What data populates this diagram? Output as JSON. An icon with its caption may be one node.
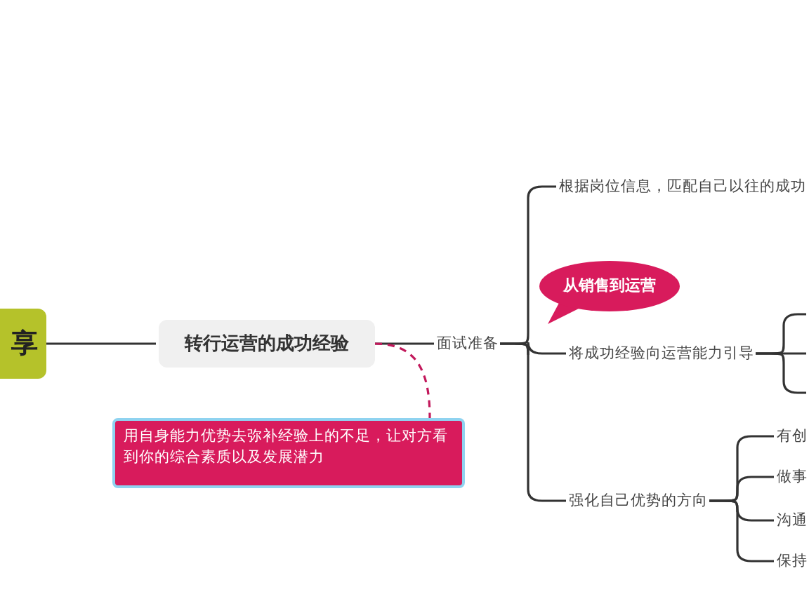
{
  "diagram": {
    "nodes": [
      {
        "text": [
          "享"
        ]
      },
      {
        "text": [
          "转行运营的成功经验"
        ]
      },
      {
        "text": [
          "面试准备"
        ]
      },
      {
        "text": [
          "根据岗位信息，匹配自己以往的成功"
        ]
      },
      {
        "text": [
          "将成功经验向运营能力引导"
        ]
      },
      {
        "text": [
          "强化自己优势的方向"
        ]
      },
      {
        "text": [
          "有创"
        ]
      },
      {
        "text": [
          "做事"
        ]
      },
      {
        "text": [
          "沟通"
        ]
      },
      {
        "text": [
          "保持"
        ]
      },
      {
        "text": [
          "用自身能力优势去弥补经验上的不足，让对方看到你的综合素质以及发展潜力"
        ]
      },
      {
        "text": [
          "从销售到运营"
        ]
      }
    ],
    "edges": [
      {
        "from": 0,
        "to": 1,
        "arrow": "none"
      },
      {
        "from": 1,
        "to": 2,
        "arrow": "none"
      },
      {
        "from": 2,
        "to": 3,
        "arrow": "none"
      },
      {
        "from": 2,
        "to": 4,
        "arrow": "none"
      },
      {
        "from": 2,
        "to": 5,
        "arrow": "none"
      },
      {
        "from": 4,
        "to": null,
        "arrow": "none"
      },
      {
        "from": 4,
        "to": null,
        "arrow": "none"
      },
      {
        "from": 4,
        "to": null,
        "arrow": "none"
      },
      {
        "from": 5,
        "to": 6,
        "arrow": "none"
      },
      {
        "from": 5,
        "to": 7,
        "arrow": "none"
      },
      {
        "from": 5,
        "to": 8,
        "arrow": "none"
      },
      {
        "from": 5,
        "to": 9,
        "arrow": "none"
      },
      {
        "from": 1,
        "to": 10,
        "arrow": "none",
        "style": "dashed",
        "color": "#c2185b"
      }
    ]
  }
}
